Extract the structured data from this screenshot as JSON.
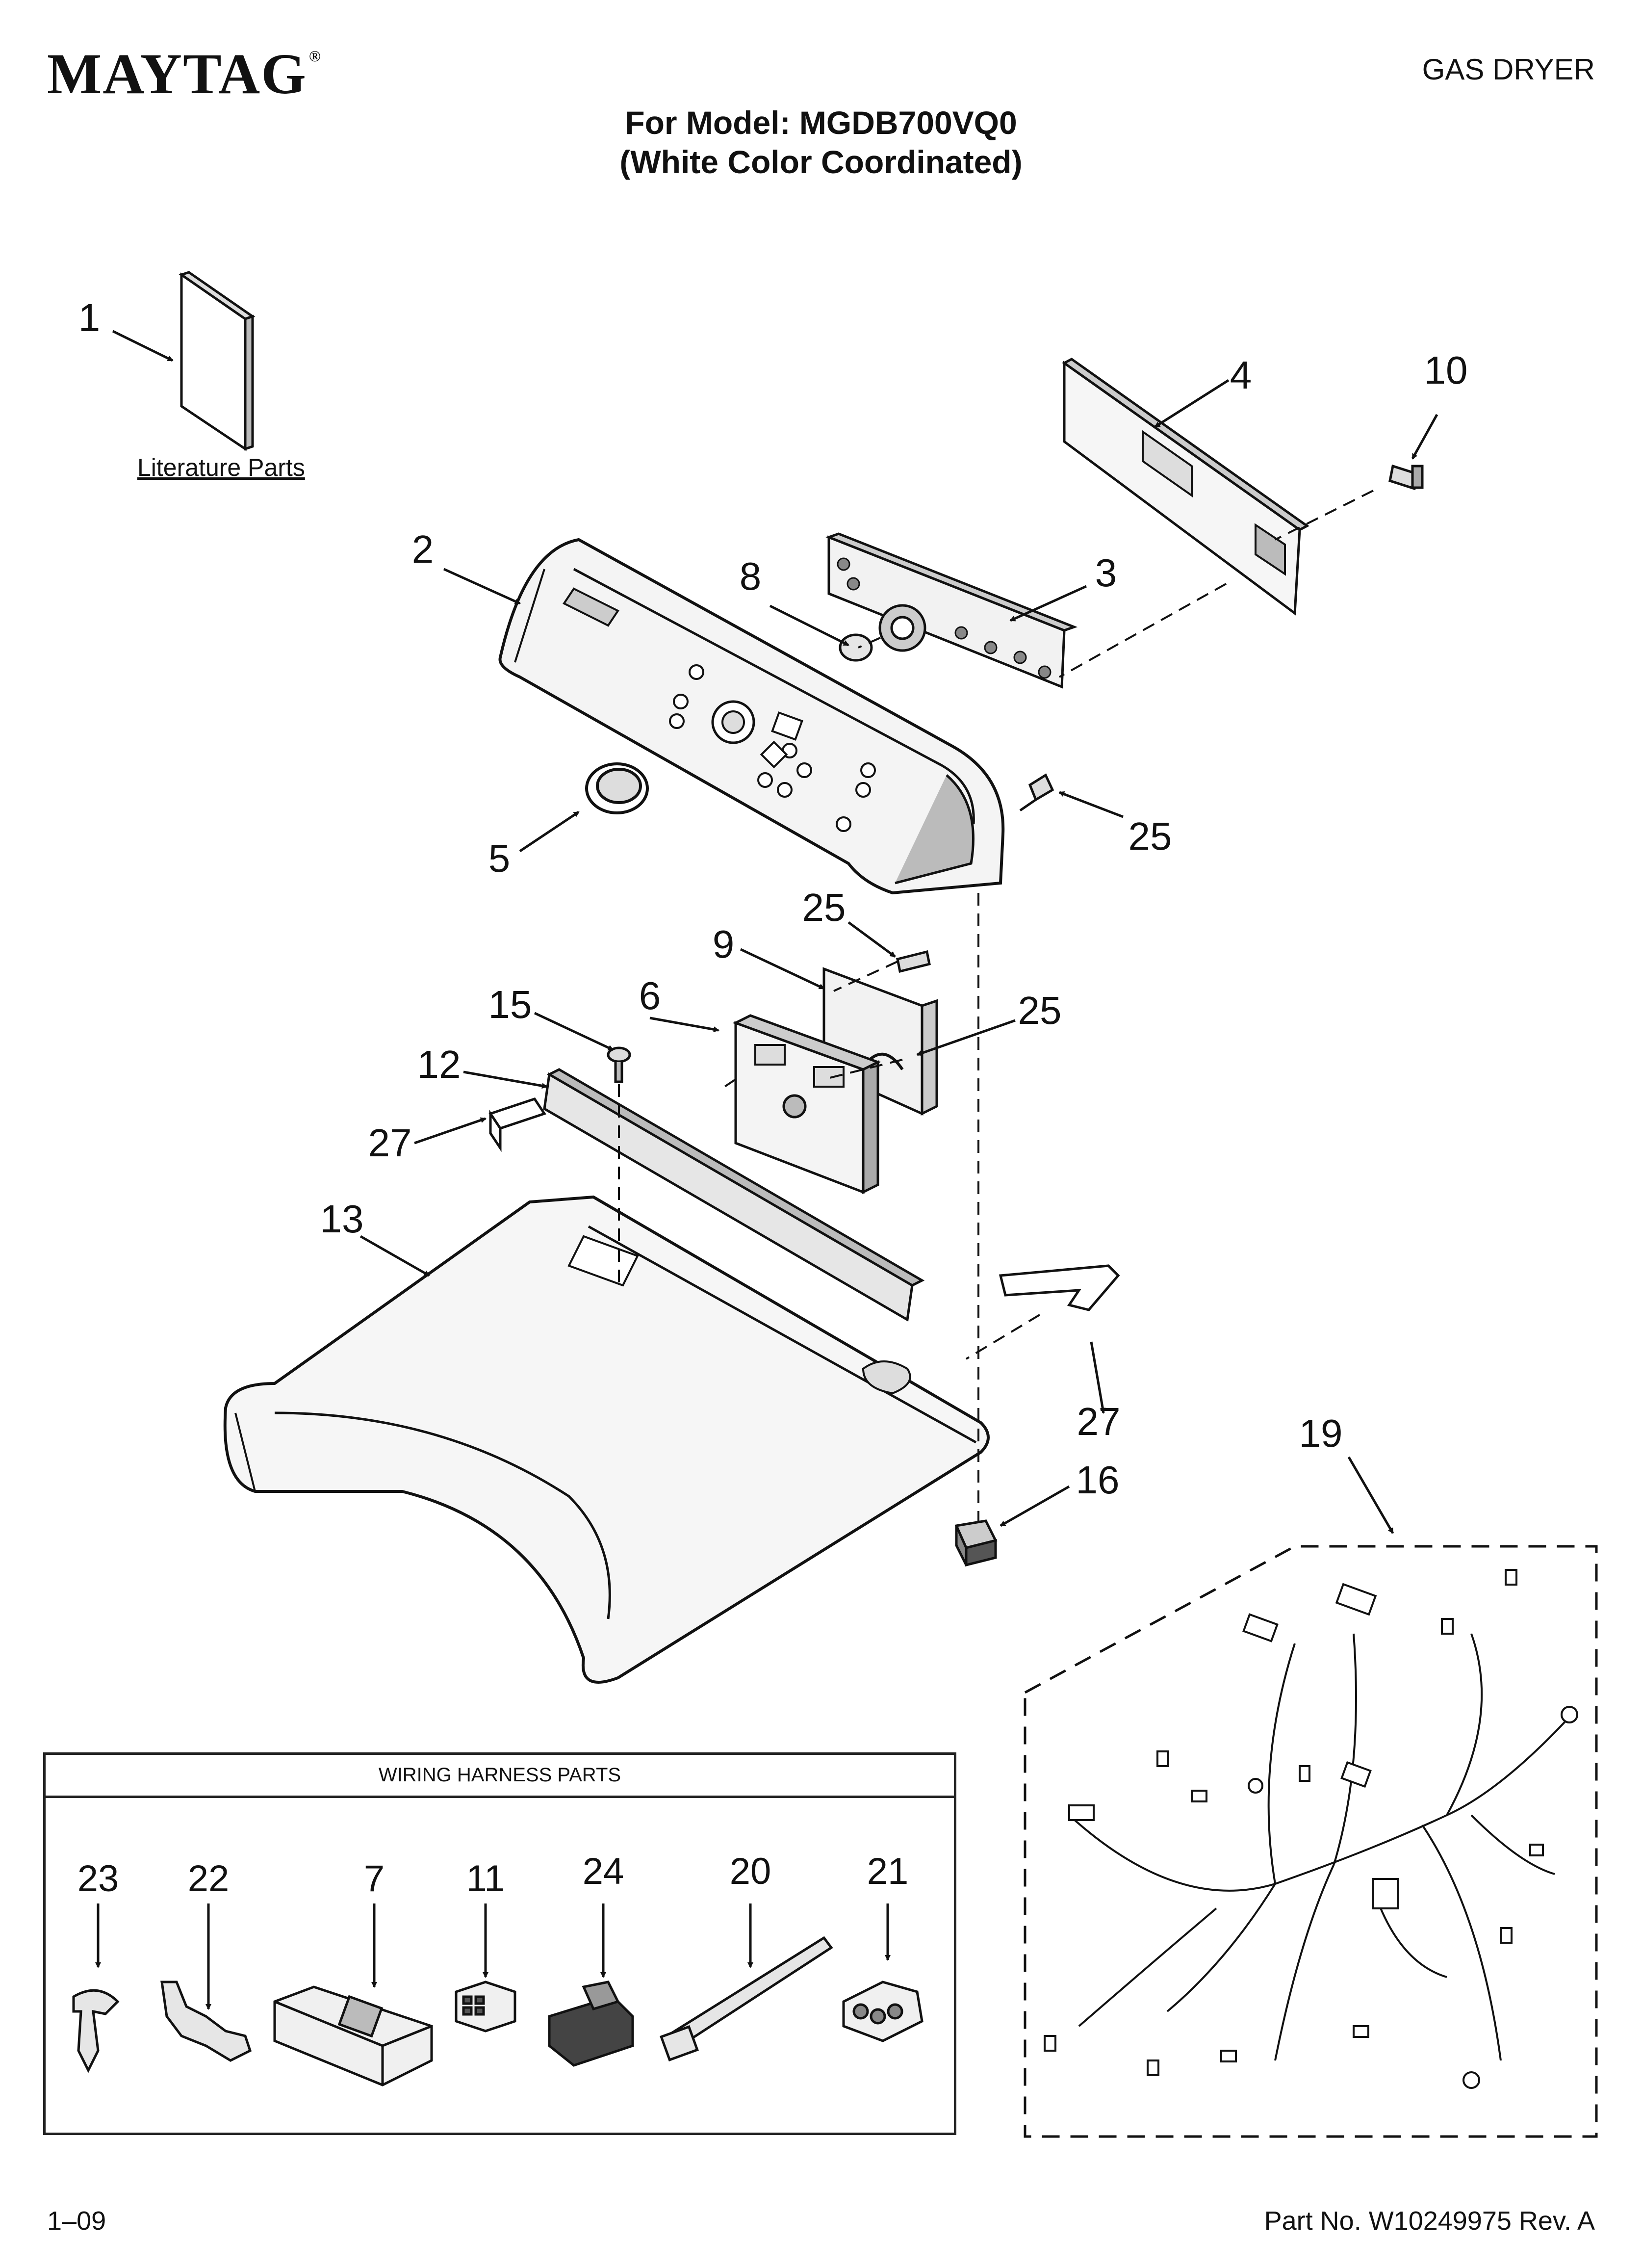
{
  "header": {
    "brand": "MAYTAG",
    "brand_mark": "®",
    "product_type": "GAS DRYER",
    "model_line": "For Model: MGDB700VQ0",
    "color_line": "(White Color Coordinated)"
  },
  "literature": {
    "label": "Literature Parts"
  },
  "callouts": {
    "c1": "1",
    "c2": "2",
    "c3": "3",
    "c4": "4",
    "c5": "5",
    "c6": "6",
    "c8": "8",
    "c9": "9",
    "c10": "10",
    "c12": "12",
    "c13": "13",
    "c15": "15",
    "c16": "16",
    "c19": "19",
    "c25a": "25",
    "c25b": "25",
    "c25c": "25",
    "c27a": "27",
    "c27b": "27"
  },
  "wiring_harness": {
    "title": "WIRING HARNESS PARTS",
    "items": [
      "23",
      "22",
      "7",
      "11",
      "24",
      "20",
      "21"
    ]
  },
  "footer": {
    "date_code": "1–09",
    "part_number": "Part No. W10249975 Rev. A"
  },
  "colors": {
    "ink": "#111111",
    "fill_light": "#f2f2f2",
    "fill_mid": "#d9d9d9",
    "fill_dark": "#9a9a9a"
  }
}
